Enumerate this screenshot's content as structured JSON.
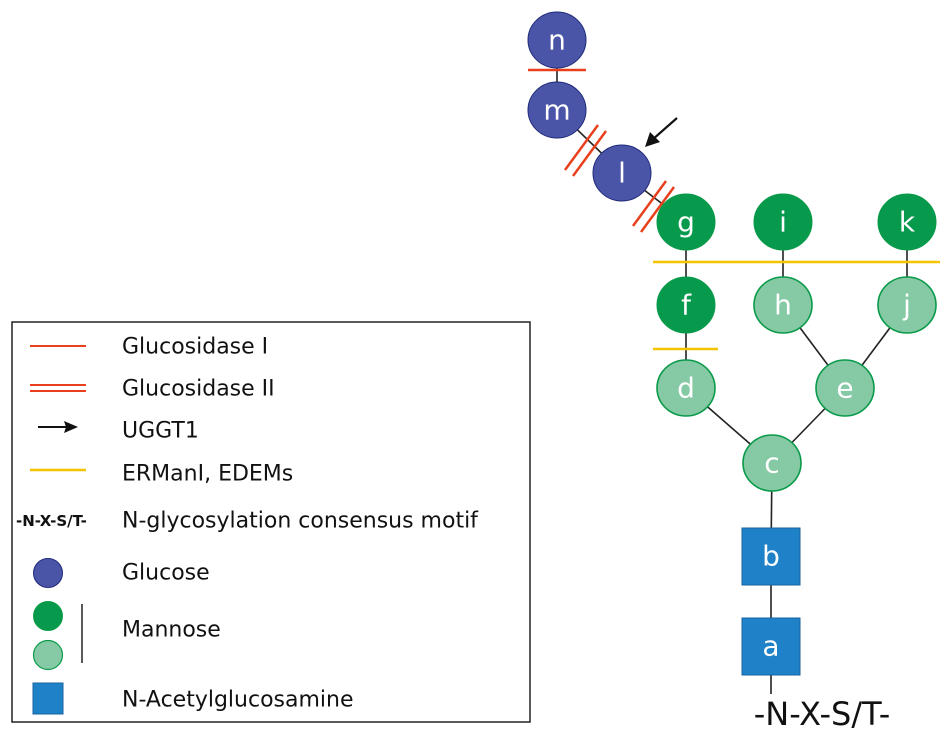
{
  "colors": {
    "glucose_fill": "#4a55a8",
    "glucose_stroke": "#1f2a7a",
    "mannose_dark_fill": "#079a4c",
    "mannose_light_fill": "#86c9a5",
    "mannose_stroke": "#0a9a4a",
    "glcnac_fill": "#1f82c9",
    "glcnac_stroke": "#1664a0",
    "glucosidase": "#e8401c",
    "ermani": "#f5c400",
    "bond": "#222222"
  },
  "nodes": [
    {
      "id": "n",
      "label": "n",
      "type": "glucose"
    },
    {
      "id": "m",
      "label": "m",
      "type": "glucose"
    },
    {
      "id": "l",
      "label": "l",
      "type": "glucose"
    },
    {
      "id": "g",
      "label": "g",
      "type": "mannose-dark"
    },
    {
      "id": "i",
      "label": "i",
      "type": "mannose-dark"
    },
    {
      "id": "k",
      "label": "k",
      "type": "mannose-dark"
    },
    {
      "id": "f",
      "label": "f",
      "type": "mannose-dark"
    },
    {
      "id": "h",
      "label": "h",
      "type": "mannose-light"
    },
    {
      "id": "j",
      "label": "j",
      "type": "mannose-light"
    },
    {
      "id": "d",
      "label": "d",
      "type": "mannose-light"
    },
    {
      "id": "e",
      "label": "e",
      "type": "mannose-light"
    },
    {
      "id": "c",
      "label": "c",
      "type": "mannose-light"
    },
    {
      "id": "b",
      "label": "b",
      "type": "glcnac"
    },
    {
      "id": "a",
      "label": "a",
      "type": "glcnac"
    }
  ],
  "bonds": [
    [
      "n",
      "m"
    ],
    [
      "m",
      "l"
    ],
    [
      "l",
      "g"
    ],
    [
      "g",
      "f"
    ],
    [
      "i",
      "h"
    ],
    [
      "k",
      "j"
    ],
    [
      "f",
      "d"
    ],
    [
      "h",
      "e"
    ],
    [
      "j",
      "e"
    ],
    [
      "d",
      "c"
    ],
    [
      "e",
      "c"
    ],
    [
      "c",
      "b"
    ],
    [
      "b",
      "a"
    ]
  ],
  "motif_label": "-N-X-S/T-",
  "legend": {
    "items": [
      {
        "symbol": "single-red-line",
        "label": "Glucosidase I"
      },
      {
        "symbol": "double-red-line",
        "label": "Glucosidase II"
      },
      {
        "symbol": "arrow",
        "label": "UGGT1"
      },
      {
        "symbol": "yellow-line",
        "label": "ERManI, EDEMs"
      },
      {
        "symbol": "motif-text",
        "symbol_text": "-N-X-S/T-",
        "label": "N-glycosylation consensus motif"
      },
      {
        "symbol": "glucose-circle",
        "label": "Glucose"
      },
      {
        "symbol": "mannose-circles",
        "label": "Mannose"
      },
      {
        "symbol": "glcnac-square",
        "label": "N-Acetylglucosamine"
      }
    ]
  }
}
